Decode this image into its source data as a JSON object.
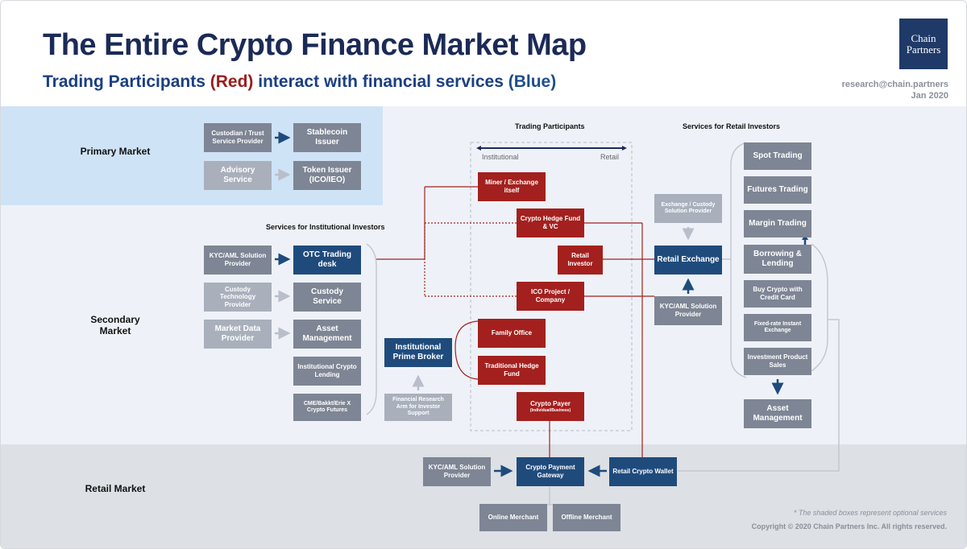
{
  "header": {
    "title": "The Entire Crypto Finance Market Map",
    "subtitle_prefix": "Trading Participants",
    "subtitle_red": "(Red)",
    "subtitle_middle": "interact with financial services",
    "subtitle_blue": "(Blue)",
    "logo_line1": "Chain",
    "logo_line2": "Partners",
    "email": "research@chain.partners",
    "date": "Jan 2020"
  },
  "markets": {
    "primary": "Primary Market",
    "secondary": "Secondary Market",
    "retail": "Retail Market"
  },
  "headers": {
    "trading_participants": "Trading Participants",
    "retail_services": "Services for Retail Investors",
    "institutional_services": "Services for Institutional Investors",
    "institutional": "Institutional",
    "retail": "Retail"
  },
  "primary_market": {
    "custodian": "Custodian / Trust Service Provider",
    "stablecoin": "Stablecoin Issuer",
    "advisory": "Advisory Service",
    "token_issuer": "Token Issuer (ICO/IEO)"
  },
  "institutional_services": {
    "kyc": "KYC/AML Solution Provider",
    "otc": "OTC Trading desk",
    "custody_tech": "Custody Technology Provider",
    "custody_service": "Custody Service",
    "market_data": "Market Data Provider",
    "asset_mgmt": "Asset Management",
    "crypto_lending": "Institutional Crypto Lending",
    "crypto_futures": "CME/Bakkt/Erie X Crypto Futures",
    "prime_broker": "Institutional Prime Broker",
    "research_arm": "Financial Research Arm for Investor Support"
  },
  "participants": {
    "miner": "Miner / Exchange itself",
    "hedge_fund_vc": "Crypto Hedge Fund & VC",
    "retail_investor": "Retail Investor",
    "ico_project": "ICO Project / Company",
    "family_office": "Family Office",
    "traditional_hedge": "Traditional Hedge Fund",
    "crypto_payer": "Crypto Payer",
    "crypto_payer_sub": "(Individual/Business)"
  },
  "retail_exchange": {
    "custody_provider": "Exchange / Custody Solution Provider",
    "exchange": "Retail Exchange",
    "kyc": "KYC/AML Solution Provider"
  },
  "retail_services": {
    "spot": "Spot Trading",
    "futures": "Futures Trading",
    "margin": "Margin Trading",
    "borrowing": "Borrowing & Lending",
    "buy_card": "Buy Crypto with Credit Card",
    "fixed_rate": "Fixed-rate Instant Exchange",
    "investment": "Investment Product Sales",
    "asset_mgmt": "Asset Management"
  },
  "retail_market": {
    "kyc": "KYC/AML Solution Provider",
    "gateway": "Crypto Payment Gateway",
    "wallet": "Retail Crypto Wallet",
    "online": "Online Merchant",
    "offline": "Offline Merchant"
  },
  "footer": {
    "note": "* The shaded boxes represent optional services",
    "copyright": "Copyright © 2020 Chain Partners Inc. All rights reserved."
  },
  "colors": {
    "navy_title": "#1b2a57",
    "participant_red": "#a3201e",
    "service_blue": "#1f4b7c",
    "gray_box": "#7e8594",
    "optional_box": "#a9b0bc"
  }
}
